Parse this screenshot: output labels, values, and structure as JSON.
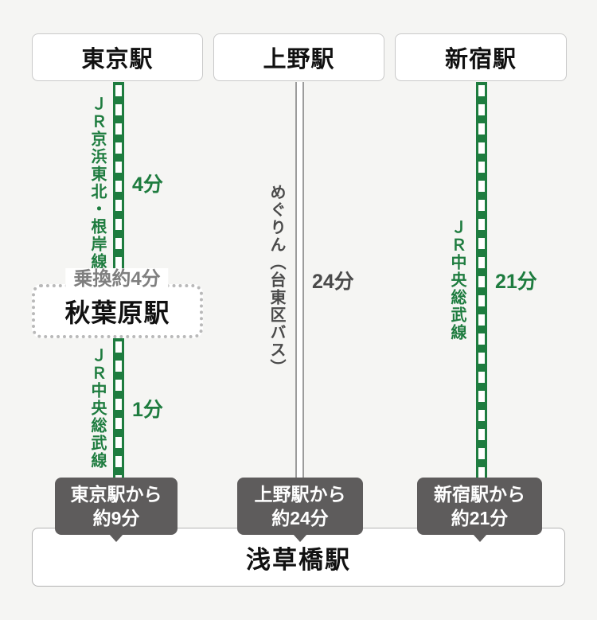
{
  "stations": {
    "tokyo": "東京駅",
    "ueno": "上野駅",
    "shinjuku": "新宿駅",
    "akihabara": "秋葉原駅",
    "asakusabashi": "浅草橋駅"
  },
  "routes": {
    "tokyo": {
      "leg1_line": "ＪＲ京浜東北・根岸線",
      "leg1_duration": "4分",
      "transfer_label": "乗換約4分",
      "leg2_line": "ＪＲ中央総武線",
      "leg2_duration": "1分",
      "total_line1": "東京駅から",
      "total_line2": "約9分"
    },
    "ueno": {
      "leg1_line": "めぐりん（台東区バス）",
      "leg1_duration": "24分",
      "total_line1": "上野駅から",
      "total_line2": "約24分"
    },
    "shinjuku": {
      "leg1_line": "ＪＲ中央総武線",
      "leg1_duration": "21分",
      "total_line1": "新宿駅から",
      "total_line2": "約21分"
    }
  },
  "colors": {
    "jr_line_green": "#1e7c3f",
    "bus_line_gray": "#9c9c9c",
    "bus_text_gray": "#4a4a4a",
    "callout_gray": "#5e5c5c",
    "transfer_text_gray": "#7f7f7f",
    "background": "#f5f5f3"
  }
}
